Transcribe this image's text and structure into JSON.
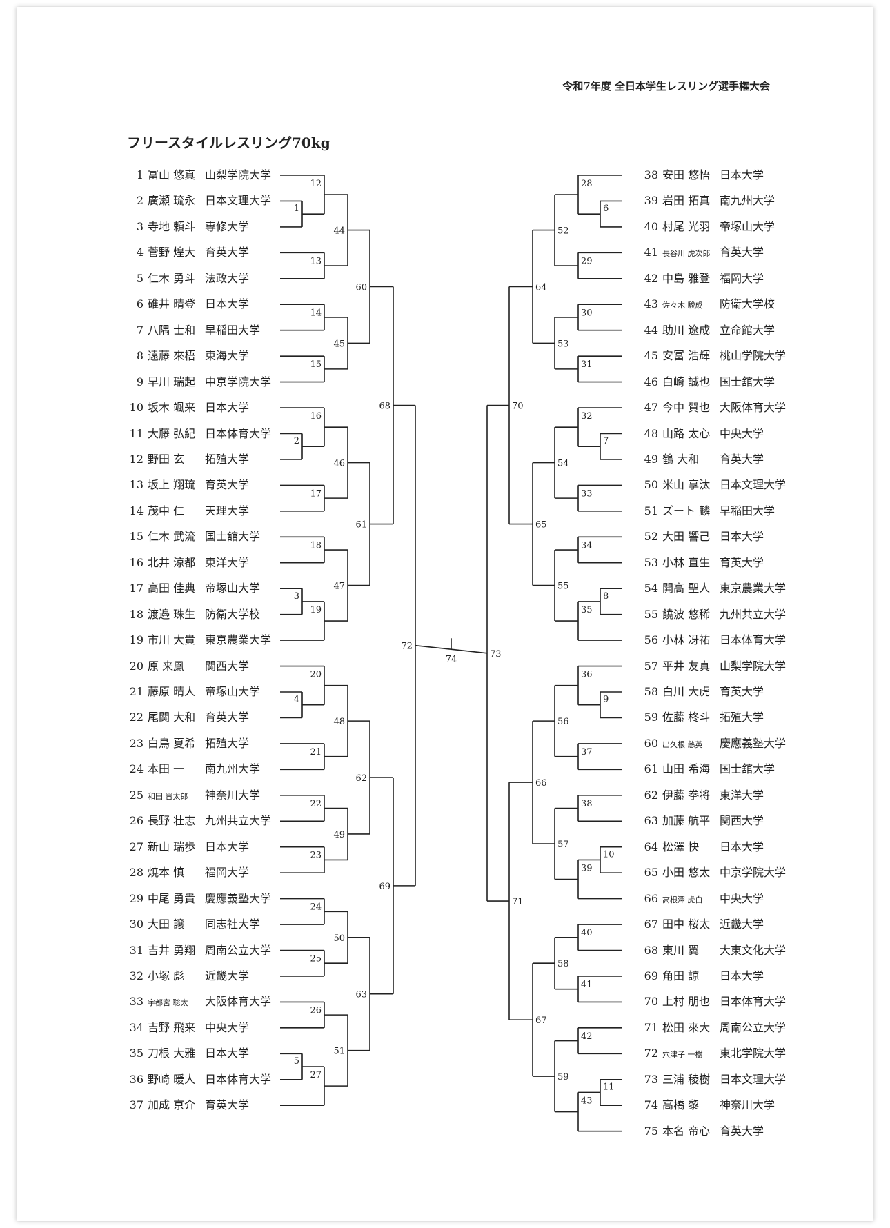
{
  "header": {
    "event_title": "令和7年度 全日本学生レスリング選手権大会",
    "division_title": "フリースタイルレスリング70kg"
  },
  "left_entries": [
    {
      "no": "1",
      "name": "冨山 悠真",
      "team": "山梨学院大学"
    },
    {
      "no": "2",
      "name": "廣瀬 琉永",
      "team": "日本文理大学"
    },
    {
      "no": "3",
      "name": "寺地 頼斗",
      "team": "専修大学"
    },
    {
      "no": "4",
      "name": "菅野 煌大",
      "team": "育英大学"
    },
    {
      "no": "5",
      "name": "仁木 勇斗",
      "team": "法政大学"
    },
    {
      "no": "6",
      "name": "碓井 晴登",
      "team": "日本大学"
    },
    {
      "no": "7",
      "name": "八隅 士和",
      "team": "早稲田大学"
    },
    {
      "no": "8",
      "name": "遠藤 來梧",
      "team": "東海大学"
    },
    {
      "no": "9",
      "name": "早川 瑞起",
      "team": "中京学院大学"
    },
    {
      "no": "10",
      "name": "坂木 颯来",
      "team": "日本大学"
    },
    {
      "no": "11",
      "name": "大藤 弘紀",
      "team": "日本体育大学"
    },
    {
      "no": "12",
      "name": "野田 玄",
      "team": "拓殖大学"
    },
    {
      "no": "13",
      "name": "坂上 翔琉",
      "team": "育英大学"
    },
    {
      "no": "14",
      "name": "茂中 仁",
      "team": "天理大学"
    },
    {
      "no": "15",
      "name": "仁木 武流",
      "team": "国士舘大学"
    },
    {
      "no": "16",
      "name": "北井 涼都",
      "team": "東洋大学"
    },
    {
      "no": "17",
      "name": "高田 佳典",
      "team": "帝塚山大学"
    },
    {
      "no": "18",
      "name": "渡邉 珠生",
      "team": "防衛大学校"
    },
    {
      "no": "19",
      "name": "市川 大貴",
      "team": "東京農業大学"
    },
    {
      "no": "20",
      "name": "原 来鳳",
      "team": "関西大学"
    },
    {
      "no": "21",
      "name": "藤原 晴人",
      "team": "帝塚山大学"
    },
    {
      "no": "22",
      "name": "尾関 大和",
      "team": "育英大学"
    },
    {
      "no": "23",
      "name": "白鳥 夏希",
      "team": "拓殖大学"
    },
    {
      "no": "24",
      "name": "本田 一",
      "team": "南九州大学"
    },
    {
      "no": "25",
      "name": "和田 晋太郎",
      "team": "神奈川大学"
    },
    {
      "no": "26",
      "name": "長野 壮志",
      "team": "九州共立大学"
    },
    {
      "no": "27",
      "name": "新山 瑞歩",
      "team": "日本大学"
    },
    {
      "no": "28",
      "name": "焼本 慎",
      "team": "福岡大学"
    },
    {
      "no": "29",
      "name": "中尾 勇貴",
      "team": "慶應義塾大学"
    },
    {
      "no": "30",
      "name": "大田 譲",
      "team": "同志社大学"
    },
    {
      "no": "31",
      "name": "吉井 勇翔",
      "team": "周南公立大学"
    },
    {
      "no": "32",
      "name": "小塚 彪",
      "team": "近畿大学"
    },
    {
      "no": "33",
      "name": "宇都宮 聡太",
      "team": "大阪体育大学"
    },
    {
      "no": "34",
      "name": "吉野 飛来",
      "team": "中央大学"
    },
    {
      "no": "35",
      "name": "刀根 大雅",
      "team": "日本大学"
    },
    {
      "no": "36",
      "name": "野崎 暖人",
      "team": "日本体育大学"
    },
    {
      "no": "37",
      "name": "加成 京介",
      "team": "育英大学"
    }
  ],
  "right_entries": [
    {
      "no": "38",
      "name": "安田 悠悟",
      "team": "日本大学"
    },
    {
      "no": "39",
      "name": "岩田 拓真",
      "team": "南九州大学"
    },
    {
      "no": "40",
      "name": "村尾 光羽",
      "team": "帝塚山大学"
    },
    {
      "no": "41",
      "name": "長谷川 虎次郎",
      "team": "育英大学"
    },
    {
      "no": "42",
      "name": "中島 雅登",
      "team": "福岡大学"
    },
    {
      "no": "43",
      "name": "佐々木 駿成",
      "team": "防衛大学校"
    },
    {
      "no": "44",
      "name": "助川 遼成",
      "team": "立命館大学"
    },
    {
      "no": "45",
      "name": "安冨 浩輝",
      "team": "桃山学院大学"
    },
    {
      "no": "46",
      "name": "白崎 誠也",
      "team": "国士舘大学"
    },
    {
      "no": "47",
      "name": "今中 賀也",
      "team": "大阪体育大学"
    },
    {
      "no": "48",
      "name": "山路 太心",
      "team": "中央大学"
    },
    {
      "no": "49",
      "name": "鶴 大和",
      "team": "育英大学"
    },
    {
      "no": "50",
      "name": "米山 享汰",
      "team": "日本文理大学"
    },
    {
      "no": "51",
      "name": "ズート 麟",
      "team": "早稲田大学"
    },
    {
      "no": "52",
      "name": "大田 響己",
      "team": "日本大学"
    },
    {
      "no": "53",
      "name": "小林 直生",
      "team": "育英大学"
    },
    {
      "no": "54",
      "name": "開高 聖人",
      "team": "東京農業大学"
    },
    {
      "no": "55",
      "name": "饒波 悠稀",
      "team": "九州共立大学"
    },
    {
      "no": "56",
      "name": "小林 冴祐",
      "team": "日本体育大学"
    },
    {
      "no": "57",
      "name": "平井 友真",
      "team": "山梨学院大学"
    },
    {
      "no": "58",
      "name": "白川 大虎",
      "team": "育英大学"
    },
    {
      "no": "59",
      "name": "佐藤 柊斗",
      "team": "拓殖大学"
    },
    {
      "no": "60",
      "name": "出久根 慈英",
      "team": "慶應義塾大学"
    },
    {
      "no": "61",
      "name": "山田 希海",
      "team": "国士舘大学"
    },
    {
      "no": "62",
      "name": "伊藤 拳将",
      "team": "東洋大学"
    },
    {
      "no": "63",
      "name": "加藤 航平",
      "team": "関西大学"
    },
    {
      "no": "64",
      "name": "松澤 快",
      "team": "日本大学"
    },
    {
      "no": "65",
      "name": "小田 悠太",
      "team": "中京学院大学"
    },
    {
      "no": "66",
      "name": "高根澤 虎白",
      "team": "中央大学"
    },
    {
      "no": "67",
      "name": "田中 桜太",
      "team": "近畿大学"
    },
    {
      "no": "68",
      "name": "東川 翼",
      "team": "大東文化大学"
    },
    {
      "no": "69",
      "name": "角田 諒",
      "team": "日本大学"
    },
    {
      "no": "70",
      "name": "上村 朋也",
      "team": "日本体育大学"
    },
    {
      "no": "71",
      "name": "松田 來大",
      "team": "周南公立大学"
    },
    {
      "no": "72",
      "name": "穴津子 一樹",
      "team": "東北学院大学"
    },
    {
      "no": "73",
      "name": "三浦 稜樹",
      "team": "日本文理大学"
    },
    {
      "no": "74",
      "name": "高橋 黎",
      "team": "神奈川大学"
    },
    {
      "no": "75",
      "name": "本名 帝心",
      "team": "育英大学"
    }
  ],
  "bracket": {
    "left": {
      "round0": [
        {
          "match": "1",
          "slots": [
            2,
            3
          ]
        },
        {
          "match": "2",
          "slots": [
            11,
            12
          ]
        },
        {
          "match": "3",
          "slots": [
            17,
            18
          ]
        },
        {
          "match": "4",
          "slots": [
            21,
            22
          ]
        },
        {
          "match": "5",
          "slots": [
            35,
            36
          ]
        }
      ],
      "round1": [
        {
          "match": "12",
          "a": "e1",
          "b": "m1"
        },
        {
          "match": "13",
          "a": "e4",
          "b": "e5"
        },
        {
          "match": "14",
          "a": "e6",
          "b": "e7"
        },
        {
          "match": "15",
          "a": "e8",
          "b": "e9"
        },
        {
          "match": "16",
          "a": "e10",
          "b": "m2"
        },
        {
          "match": "17",
          "a": "e13",
          "b": "e14"
        },
        {
          "match": "18",
          "a": "e15",
          "b": "e16"
        },
        {
          "match": "19",
          "a": "m3",
          "b": "e19"
        },
        {
          "match": "20",
          "a": "e20",
          "b": "m4"
        },
        {
          "match": "21",
          "a": "e23",
          "b": "e24"
        },
        {
          "match": "22",
          "a": "e25",
          "b": "e26"
        },
        {
          "match": "23",
          "a": "e27",
          "b": "e28"
        },
        {
          "match": "24",
          "a": "e29",
          "b": "e30"
        },
        {
          "match": "25",
          "a": "e31",
          "b": "e32"
        },
        {
          "match": "26",
          "a": "e33",
          "b": "e34"
        },
        {
          "match": "27",
          "a": "m5",
          "b": "e37"
        }
      ],
      "round2": [
        {
          "match": "44",
          "a": "12",
          "b": "13"
        },
        {
          "match": "45",
          "a": "14",
          "b": "15"
        },
        {
          "match": "46",
          "a": "16",
          "b": "17"
        },
        {
          "match": "47",
          "a": "18",
          "b": "19"
        },
        {
          "match": "48",
          "a": "20",
          "b": "21"
        },
        {
          "match": "49",
          "a": "22",
          "b": "23"
        },
        {
          "match": "50",
          "a": "24",
          "b": "25"
        },
        {
          "match": "51",
          "a": "26",
          "b": "27"
        }
      ],
      "round3": [
        {
          "match": "60",
          "a": "44",
          "b": "45"
        },
        {
          "match": "61",
          "a": "46",
          "b": "47"
        },
        {
          "match": "62",
          "a": "48",
          "b": "49"
        },
        {
          "match": "63",
          "a": "50",
          "b": "51"
        }
      ],
      "round4": [
        {
          "match": "68",
          "a": "60",
          "b": "61"
        },
        {
          "match": "69",
          "a": "62",
          "b": "63"
        }
      ],
      "round5": [
        {
          "match": "72",
          "a": "68",
          "b": "69"
        }
      ]
    },
    "right": {
      "round0": [
        {
          "match": "6",
          "slots": [
            39,
            40
          ]
        },
        {
          "match": "7",
          "slots": [
            48,
            49
          ]
        },
        {
          "match": "8",
          "slots": [
            54,
            55
          ]
        },
        {
          "match": "9",
          "slots": [
            58,
            59
          ]
        },
        {
          "match": "10",
          "slots": [
            64,
            65
          ]
        },
        {
          "match": "11",
          "slots": [
            73,
            74
          ]
        }
      ],
      "round1": [
        {
          "match": "28",
          "a": "e38",
          "b": "m6"
        },
        {
          "match": "29",
          "a": "e41",
          "b": "e42"
        },
        {
          "match": "30",
          "a": "e43",
          "b": "e44"
        },
        {
          "match": "31",
          "a": "e45",
          "b": "e46"
        },
        {
          "match": "32",
          "a": "e47",
          "b": "m7"
        },
        {
          "match": "33",
          "a": "e50",
          "b": "e51"
        },
        {
          "match": "34",
          "a": "e52",
          "b": "e53"
        },
        {
          "match": "35",
          "a": "m8",
          "b": "e56"
        },
        {
          "match": "36",
          "a": "e57",
          "b": "m9"
        },
        {
          "match": "37",
          "a": "e60",
          "b": "e61"
        },
        {
          "match": "38",
          "a": "e62",
          "b": "e63"
        },
        {
          "match": "39",
          "a": "m10",
          "b": "e66"
        },
        {
          "match": "40",
          "a": "e67",
          "b": "e68"
        },
        {
          "match": "41",
          "a": "e69",
          "b": "e70"
        },
        {
          "match": "42",
          "a": "e71",
          "b": "e72"
        },
        {
          "match": "43",
          "a": "m11",
          "b": "e75"
        }
      ],
      "round2": [
        {
          "match": "52",
          "a": "28",
          "b": "29"
        },
        {
          "match": "53",
          "a": "30",
          "b": "31"
        },
        {
          "match": "54",
          "a": "32",
          "b": "33"
        },
        {
          "match": "55",
          "a": "34",
          "b": "35"
        },
        {
          "match": "56",
          "a": "36",
          "b": "37"
        },
        {
          "match": "57",
          "a": "38",
          "b": "39"
        },
        {
          "match": "58",
          "a": "40",
          "b": "41"
        },
        {
          "match": "59",
          "a": "42",
          "b": "43"
        }
      ],
      "round3": [
        {
          "match": "64",
          "a": "52",
          "b": "53"
        },
        {
          "match": "65",
          "a": "54",
          "b": "55"
        },
        {
          "match": "66",
          "a": "56",
          "b": "57"
        },
        {
          "match": "67",
          "a": "58",
          "b": "59"
        }
      ],
      "round4": [
        {
          "match": "70",
          "a": "64",
          "b": "65"
        },
        {
          "match": "71",
          "a": "66",
          "b": "67"
        }
      ],
      "round5": [
        {
          "match": "73",
          "a": "70",
          "b": "71"
        }
      ]
    },
    "final": {
      "match": "74"
    }
  }
}
